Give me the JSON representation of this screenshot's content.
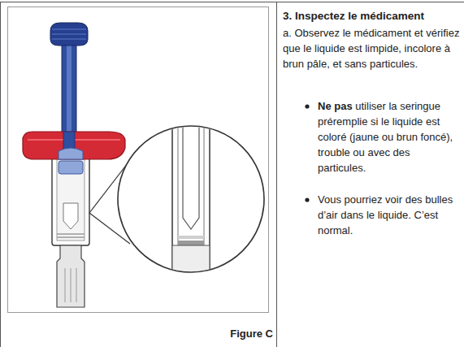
{
  "diagram": {
    "labels": [
      "3. Inspectez le médicament",
      "a. Observez le médicament et vérifiez que le liquide est limpide, incolore à brun pâle, et sans particules.",
      "Ne pas",
      "utiliser la seringue préremplie si le liquide est coloré (jaune ou brun foncé), trouble ou avec des particules.",
      "Vous pourriez voir des bulles d’air dans le liquide. C’est normal.",
      "Figure C"
    ]
  }
}
